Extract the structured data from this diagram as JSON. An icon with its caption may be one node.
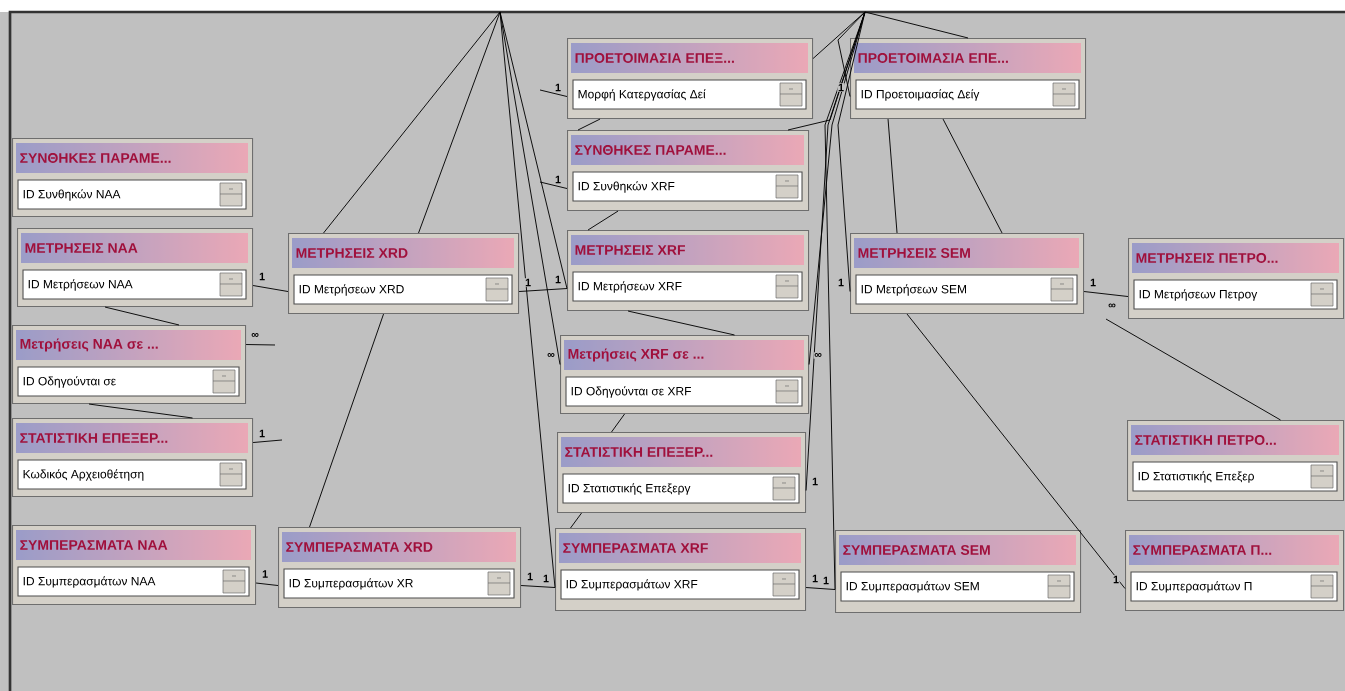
{
  "diagram": {
    "nodes": [
      {
        "text": [
          "ΣΥΝΘΗΚΕΣ ΠΑΡΑΜΕ...",
          "ID Συνθηκών NAA"
        ]
      },
      {
        "text": [
          "ΜΕΤΡΗΣΕΙΣ NAA",
          "ID Μετρήσεων NAA"
        ]
      },
      {
        "text": [
          "Μετρήσεις NAA σε ...",
          "ID Οδηγούνται σε"
        ]
      },
      {
        "text": [
          "ΣΤΑΤΙΣΤΙΚΗ ΕΠΕΞΕΡ...",
          "Κωδικός Αρχειοθέτηση"
        ]
      },
      {
        "text": [
          "ΣΥΜΠΕΡΑΣΜΑΤΑ NAA",
          "ID Συμπερασμάτων NAA"
        ]
      },
      {
        "text": [
          "ΜΕΤΡΗΣΕΙΣ XRD",
          "ID Μετρήσεων XRD"
        ]
      },
      {
        "text": [
          "ΣΥΜΠΕΡΑΣΜΑΤΑ XRD",
          "ID Συμπερασμάτων XR"
        ]
      },
      {
        "text": [
          "ΠΡΟΕΤΟΙΜΑΣΙΑ ΕΠΕΞ...",
          "Μορφή Κατεργασίας Δεί"
        ]
      },
      {
        "text": [
          "ΣΥΝΘΗΚΕΣ ΠΑΡΑΜΕ...",
          "ID Συνθηκών XRF"
        ]
      },
      {
        "text": [
          "ΜΕΤΡΗΣΕΙΣ XRF",
          "ID Μετρήσεων XRF"
        ]
      },
      {
        "text": [
          "Μετρήσεις XRF σε ...",
          "ID Οδηγούνται σε XRF"
        ]
      },
      {
        "text": [
          "ΣΤΑΤΙΣΤΙΚΗ ΕΠΕΞΕΡ...",
          "ID Στατιστικής Επεξεργ"
        ]
      },
      {
        "text": [
          "ΣΥΜΠΕΡΑΣΜΑΤΑ XRF",
          "ID Συμπερασμάτων XRF"
        ]
      },
      {
        "text": [
          "ΠΡΟΕΤΟΙΜΑΣΙΑ ΕΠΕ...",
          "ID Προετοιμασίας Δείγ"
        ]
      },
      {
        "text": [
          "ΜΕΤΡΗΣΕΙΣ SEM",
          "ID Μετρήσεων SEM"
        ]
      },
      {
        "text": [
          "ΜΕΤΡΗΣΕΙΣ ΠΕΤΡΟ...",
          "ID Μετρήσεων Πετρογ"
        ]
      },
      {
        "text": [
          "ΣΤΑΤΙΣΤΙΚΗ ΠΕΤΡΟ...",
          "ID Στατιστικής Επεξερ"
        ]
      },
      {
        "text": [
          "ΣΥΜΠΕΡΑΣΜΑΤΑ SEM",
          "ID Συμπερασμάτων SEM"
        ]
      },
      {
        "text": [
          "ΣΥΜΠΕΡΑΣΜΑΤΑ Π...",
          "ID Συμπερασμάτων Π"
        ]
      }
    ],
    "edges": [
      {
        "from": 1,
        "to": 5,
        "arrow": "none",
        "label": "1"
      },
      {
        "from": 1,
        "to": 2,
        "arrow": "none"
      },
      {
        "from": 2,
        "to": 3,
        "arrow": "none"
      },
      {
        "from": 4,
        "to": 6,
        "arrow": "none",
        "label": "1"
      },
      {
        "from": 5,
        "to": 9,
        "arrow": "none",
        "label": "1"
      },
      {
        "from": 5,
        "to": 6,
        "arrow": "none"
      },
      {
        "from": 6,
        "to": 12,
        "arrow": "none",
        "label": "1"
      },
      {
        "from": 7,
        "to": 8,
        "arrow": "none"
      },
      {
        "from": 8,
        "to": 9,
        "arrow": "none"
      },
      {
        "from": 9,
        "to": 10,
        "arrow": "none"
      },
      {
        "from": 10,
        "to": 11,
        "arrow": "none"
      },
      {
        "from": 11,
        "to": 12,
        "arrow": "none"
      },
      {
        "from": 12,
        "to": 17,
        "arrow": "none",
        "label": "1"
      },
      {
        "from": 13,
        "to": 14,
        "arrow": "none"
      },
      {
        "from": 13,
        "to": 14,
        "arrow": "none"
      },
      {
        "from": 14,
        "to": 15,
        "arrow": "none",
        "label": "1"
      },
      {
        "from": 15,
        "to": 16,
        "arrow": "none"
      },
      {
        "from": 14,
        "to": 18,
        "arrow": "none",
        "label": "1"
      },
      {
        "from": null,
        "to": 5,
        "arrow": "none"
      },
      {
        "from": null,
        "to": 5,
        "arrow": "none"
      },
      {
        "from": null,
        "to": 9,
        "arrow": "none",
        "label": "1"
      },
      {
        "from": null,
        "to": 12,
        "arrow": "none",
        "label": "1"
      },
      {
        "from": null,
        "to": 10,
        "arrow": "none",
        "label": "∞"
      },
      {
        "from": null,
        "to": 7,
        "arrow": "none"
      },
      {
        "from": null,
        "to": 8,
        "arrow": "none"
      },
      {
        "from": null,
        "to": 13,
        "arrow": "none",
        "label": "1"
      },
      {
        "from": null,
        "to": 14,
        "arrow": "none",
        "label": "1"
      },
      {
        "from": null,
        "to": 10,
        "arrow": "none",
        "label": "∞"
      },
      {
        "from": null,
        "to": 11,
        "arrow": "none",
        "label": "1"
      },
      {
        "from": null,
        "to": 17,
        "arrow": "none",
        "label": "1"
      },
      {
        "from": null,
        "to": 13,
        "arrow": "none"
      },
      {
        "from": null,
        "to": 7,
        "arrow": "none",
        "label": "1"
      },
      {
        "from": null,
        "to": 8,
        "arrow": "none",
        "label": "1"
      },
      {
        "from": null,
        "to": 2,
        "arrow": "none",
        "label": "∞"
      },
      {
        "from": null,
        "to": 3,
        "arrow": "none",
        "label": "1"
      }
    ],
    "labels": [
      "∞"
    ]
  }
}
